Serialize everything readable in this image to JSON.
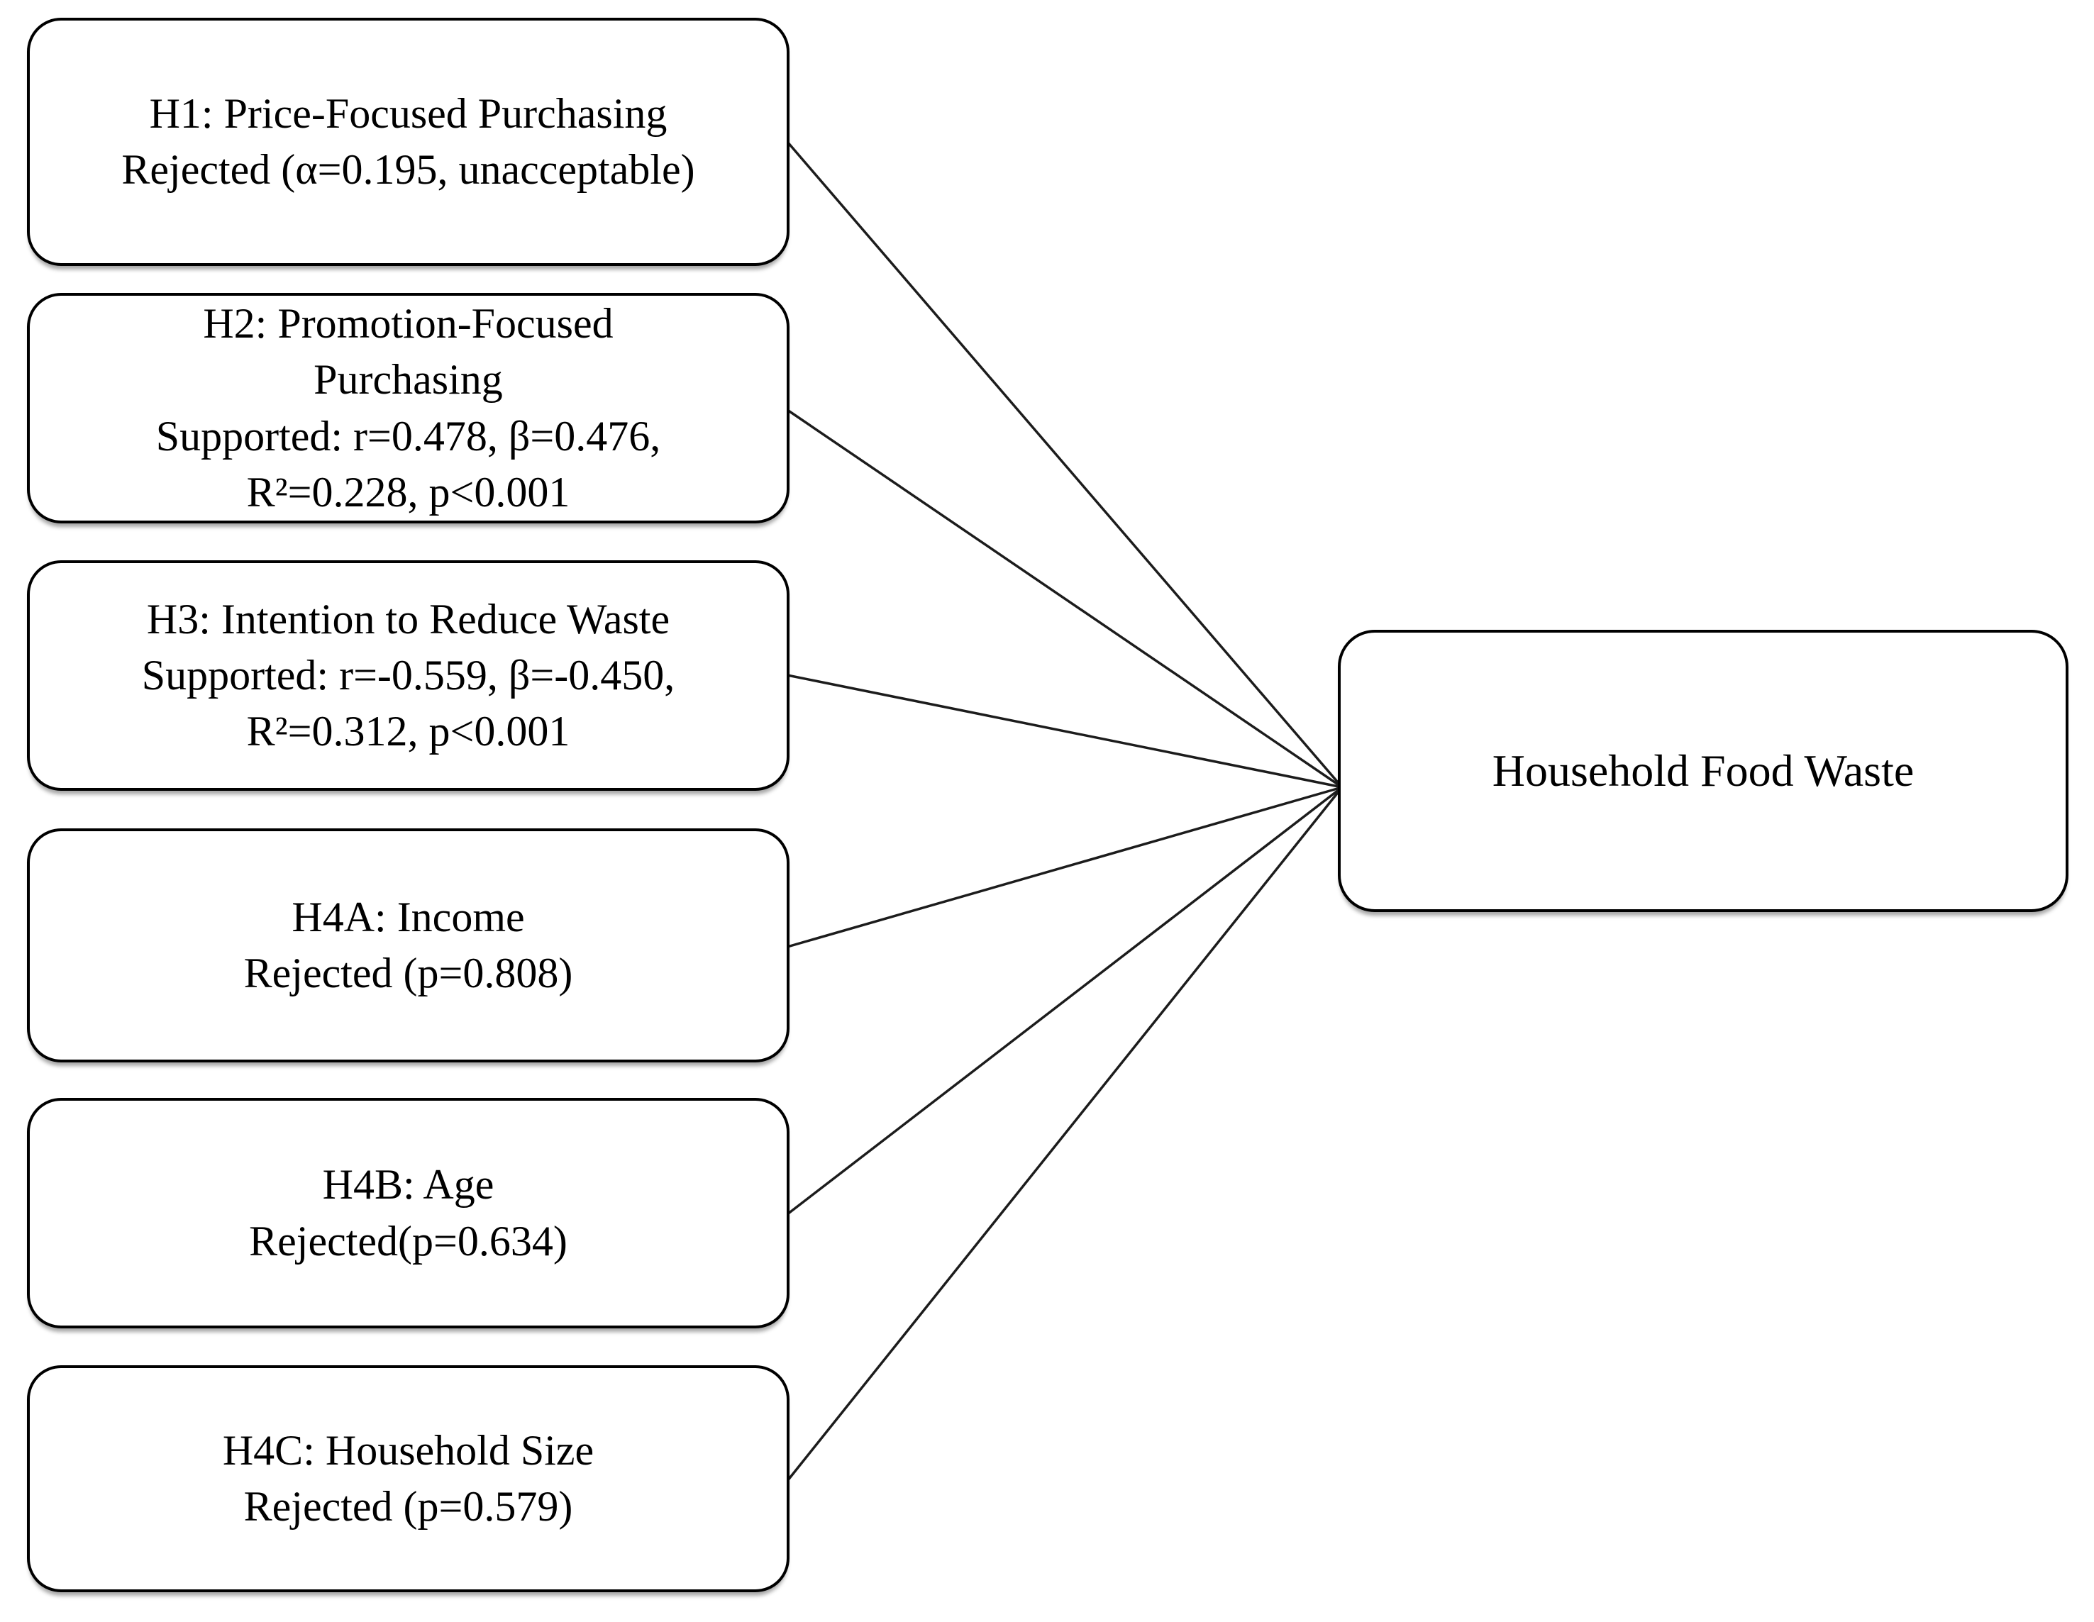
{
  "boxes": [
    {
      "id": "H1",
      "lines": [
        "H1: Price-Focused Purchasing",
        "Rejected (α=0.195, unacceptable)"
      ]
    },
    {
      "id": "H2",
      "lines": [
        "H2: Promotion-Focused",
        "Purchasing",
        "Supported: r=0.478, β=0.476,",
        "R²=0.228, p<0.001"
      ]
    },
    {
      "id": "H3",
      "lines": [
        "H3: Intention to Reduce Waste",
        "Supported: r=-0.559, β=-0.450,",
        "R²=0.312, p<0.001"
      ]
    },
    {
      "id": "H4A",
      "lines": [
        "H4A: Income",
        "Rejected (p=0.808)"
      ]
    },
    {
      "id": "H4B",
      "lines": [
        "H4B: Age",
        "Rejected(p=0.634)"
      ]
    },
    {
      "id": "H4C",
      "lines": [
        "H4C: Household Size",
        "Rejected (p=0.579)"
      ]
    }
  ],
  "outcome": {
    "label": "Household Food Waste"
  },
  "colors": {
    "background": "#ffffff",
    "box_border": "#000000",
    "text": "#000000",
    "connector": "#1c1c1c"
  }
}
